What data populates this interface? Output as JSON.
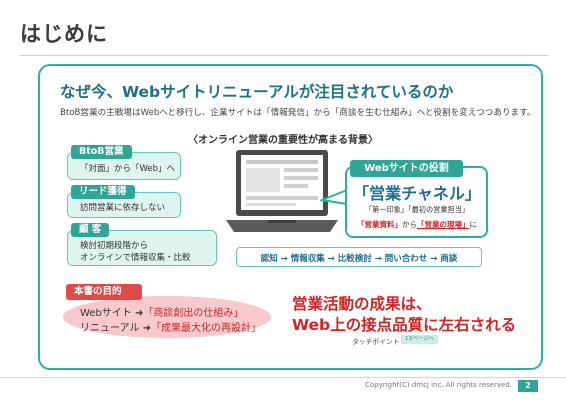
{
  "page": {
    "title": "はじめに",
    "headline": "なぜ今、Webサイトリニューアルが注目されているのか",
    "lead": "BtoB営業の主戦場はWebへと移行し、企業サイトは「情報発信」から「商談を生む仕組み」へと役割を変えつつあります。",
    "background_title": "〈オンライン営業の重要性が高まる背景〉"
  },
  "categories": [
    {
      "label": "BtoB営業",
      "lines": [
        "「対面」から「Web」へ"
      ]
    },
    {
      "label": "リード獲得",
      "lines": [
        "訪問営業に依存しない"
      ]
    },
    {
      "label": "顧 客",
      "lines": [
        "検討初期段階から",
        "オンラインで情報収集・比較"
      ]
    }
  ],
  "website_role": {
    "label": "Webサイトの役割",
    "headline": "「営業チャネル」",
    "sub1": "「第一印象」「最初の営業担当」",
    "sub2_parts": [
      "「営業資料」",
      "から",
      "「営業の現場」",
      "に"
    ]
  },
  "flow": "認知 → 情報収集 → 比較検討 → 問い合わせ → 商談",
  "book_goal": {
    "label": "本書の目的",
    "lines": [
      {
        "prefix": "Webサイト ➜",
        "highlight": "「商談創出の仕組み」"
      },
      {
        "prefix": "リニューアル ➜",
        "highlight": "「成果最大化の再設計」"
      }
    ]
  },
  "result": {
    "line1": "営業活動の成果は、",
    "line2": "Web上の接点品質に左右される",
    "touchpoint": "タッチポイント",
    "page_ref": "13ページへ"
  },
  "footer": {
    "copyright": "Copyright(C) dmcj inc. All rights reserved.",
    "page_number": "2"
  },
  "colors": {
    "teal": "#2ea596",
    "teal_light": "#ddf4ef",
    "navy_text": "#1e6f8a",
    "red": "#d32323",
    "pink": "#f7c8cc"
  },
  "icons": [
    "laptop-icon"
  ]
}
